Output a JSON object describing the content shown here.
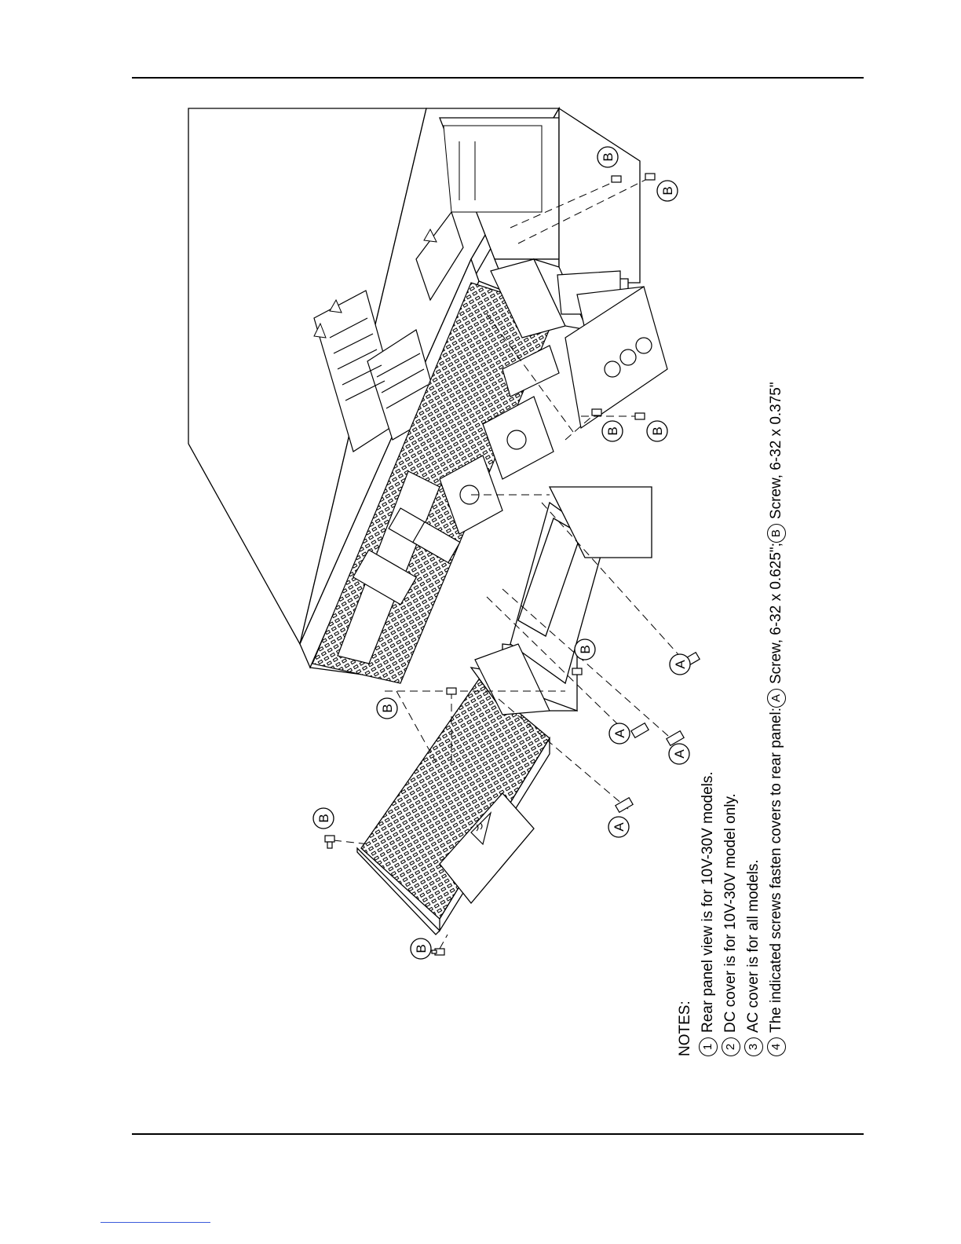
{
  "notes": {
    "heading": "NOTES:",
    "items": [
      {
        "num": "1",
        "text": "Rear panel view is for 10V-30V models."
      },
      {
        "num": "2",
        "text": "DC cover is for 10V-30V model only."
      },
      {
        "num": "3",
        "text": "AC cover is for all models."
      },
      {
        "num": "4",
        "text": "The indicated screws fasten covers to rear panel:"
      }
    ],
    "screw_a": {
      "letter": "A",
      "text": "Screw, 6-32 x 0.625\";"
    },
    "screw_b": {
      "letter": "B",
      "text": "Screw, 6-32 x 0.375\""
    }
  },
  "callouts": {
    "a": "A",
    "b": "B"
  },
  "drawing": {
    "line_color": "#000000",
    "icons": [
      "hot-surface-warning-icon",
      "high-voltage-warning-icon",
      "caution-triangle-icon"
    ]
  }
}
